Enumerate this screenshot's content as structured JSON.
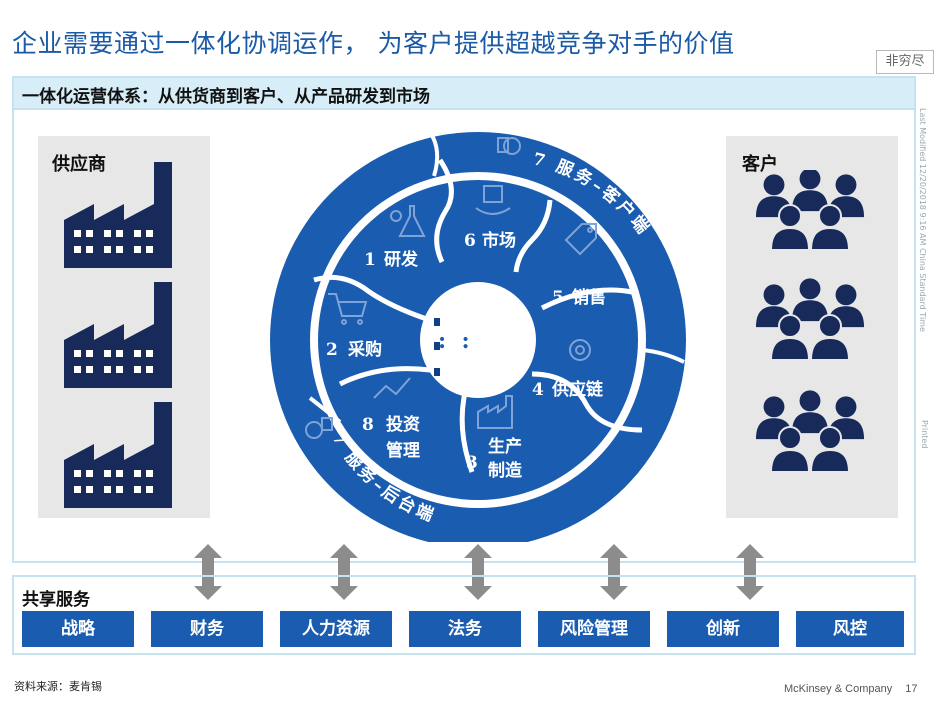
{
  "title": "企业需要通过一体化协调运作， 为客户提供超越竞争对手的价值",
  "stamp": "非穷尽",
  "side_text": "Last Modified 12/20/2018 9:16 AM China Standard Time",
  "side_text2": "Printed",
  "subtitle": "一体化运营体系：从供货商到客户、从产品研发到市场",
  "supplier_title": "供应商",
  "customer_title": "客户",
  "cycle": {
    "outer_top": "7 服务–客户端",
    "outer_bottom": "7 服务–后台端",
    "center": ":  :",
    "segments": [
      {
        "num": "1",
        "label": "研发",
        "icon": "flask-icon"
      },
      {
        "num": "6",
        "label": "市场",
        "icon": "box-hand-icon"
      },
      {
        "num": "5",
        "label": "销售",
        "icon": "tag-icon"
      },
      {
        "num": "4",
        "label": "供应链",
        "icon": "gear-icon"
      },
      {
        "num": "3",
        "label1": "生产",
        "label2": "制造",
        "icon": "factory-icon"
      },
      {
        "num": "8",
        "label1": "投资",
        "label2": "管理",
        "icon": "chart-icon"
      },
      {
        "num": "2",
        "label": "采购",
        "icon": "cart-icon"
      }
    ]
  },
  "shared_title": "共享服务",
  "services": [
    "战略",
    "财务",
    "人力资源",
    "法务",
    "风险管理",
    "创新",
    "风控"
  ],
  "source": "资料来源：麦肯锡",
  "footer": "McKinsey & Company",
  "page": "17",
  "colors": {
    "blue": "#1a5cb0",
    "dark_blue": "#0f3f86",
    "light_blue": "#d7eef8",
    "factory": "#172a5a"
  }
}
